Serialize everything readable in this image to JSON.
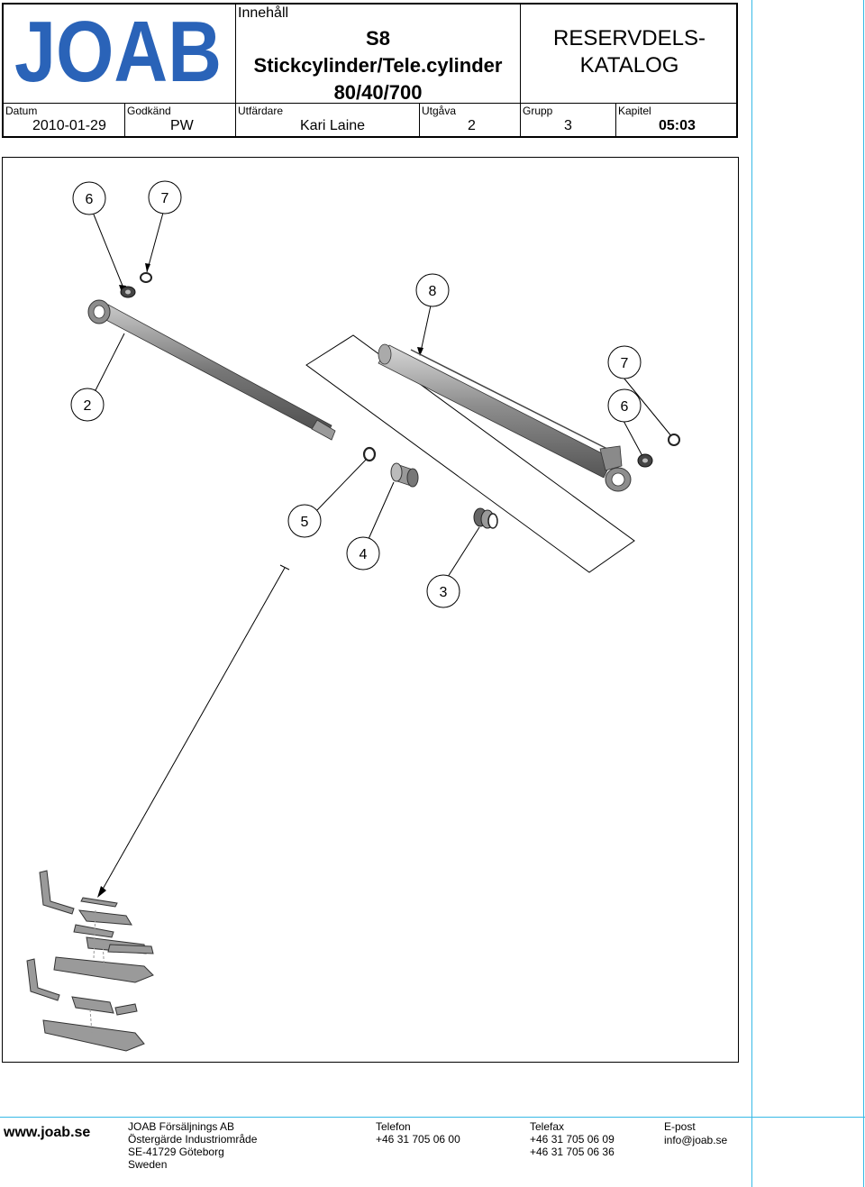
{
  "header": {
    "logo_text": "JOAB",
    "section_label": "Innehåll",
    "title_line1": "S8",
    "title_line2": "Stickcylinder/Tele.cylinder",
    "title_line3": "80/40/700",
    "catalog_line1": "RESERVDELS-",
    "catalog_line2": "KATALOG",
    "fields": [
      {
        "label": "Datum",
        "value": "2010-01-29"
      },
      {
        "label": "Godkänd",
        "value": "PW"
      },
      {
        "label": "Utfärdare",
        "value": "Kari Laine"
      },
      {
        "label": "Utgåva",
        "value": "2"
      },
      {
        "label": "Grupp",
        "value": "3"
      },
      {
        "label": "Kapitel",
        "value": "05:03"
      }
    ]
  },
  "drawing": {
    "callouts": [
      "6",
      "7",
      "8",
      "7",
      "2",
      "6",
      "5",
      "4",
      "3"
    ]
  },
  "footer": {
    "website": "www.joab.se",
    "company": [
      "JOAB Försäljnings AB",
      "Östergärde Industriområde",
      "SE-41729 Göteborg",
      "Sweden"
    ],
    "phone_label": "Telefon",
    "phone": "+46 31 705 06 00",
    "fax_label": "Telefax",
    "fax": [
      "+46 31 705 06 09",
      "+46 31 705 06 36"
    ],
    "email_label": "E-post",
    "email": "info@joab.se"
  },
  "colors": {
    "logo_blue": "#2a63b8",
    "guide_cyan": "#36b9e6",
    "part_grey": "#8a8a8a"
  }
}
